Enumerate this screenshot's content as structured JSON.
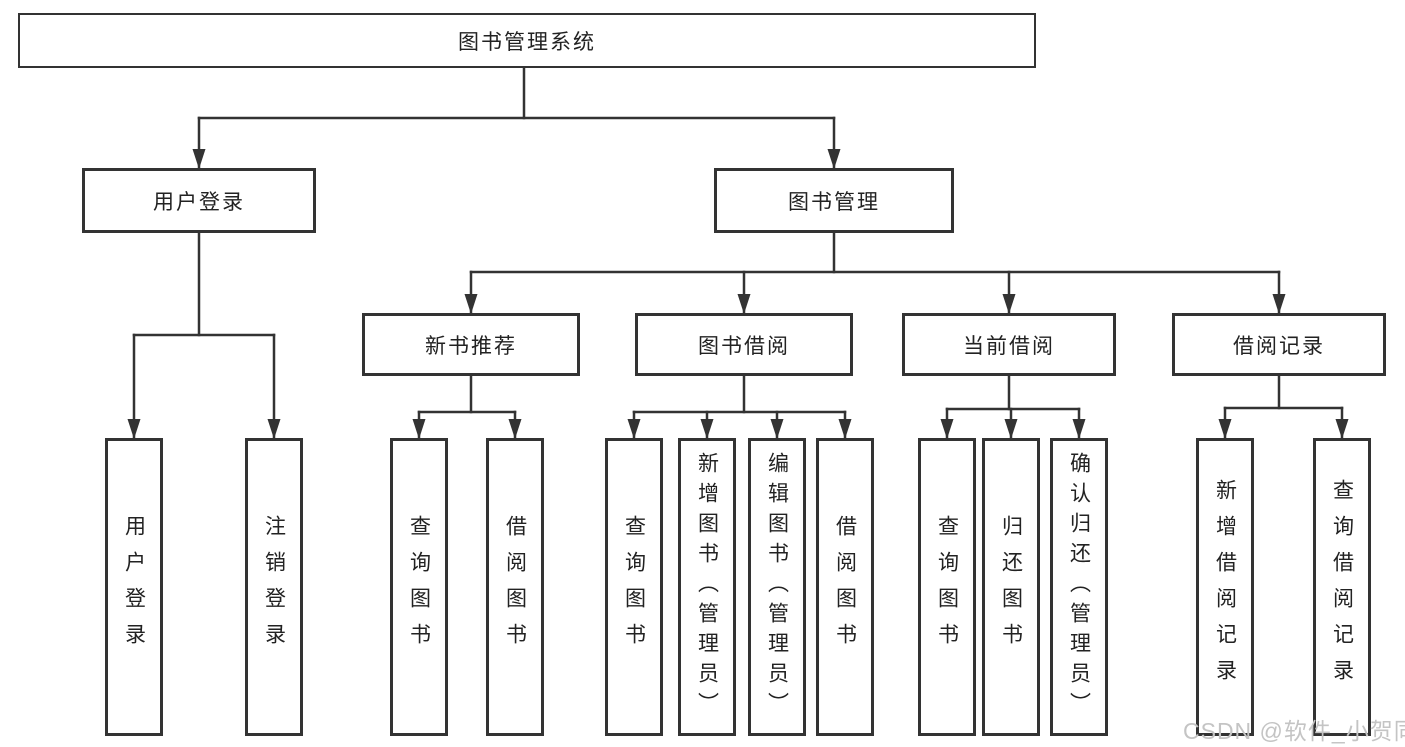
{
  "nodes": {
    "root": {
      "label": "图书管理系统"
    },
    "userLogin": {
      "label": "用户登录"
    },
    "bookMgmt": {
      "label": "图书管理"
    },
    "newBookRec": {
      "label": "新书推荐"
    },
    "bookBorrow": {
      "label": "图书借阅"
    },
    "currentBorrow": {
      "label": "当前借阅"
    },
    "borrowRecords": {
      "label": "借阅记录"
    },
    "login": {
      "label": "用户登录"
    },
    "logout": {
      "label": "注销登录"
    },
    "recQuery": {
      "label": "查询图书"
    },
    "recBorrow": {
      "label": "借阅图书"
    },
    "bbQuery": {
      "label": "查询图书"
    },
    "bbAdd": {
      "label": "新增图书（管理员）"
    },
    "bbEdit": {
      "label": "编辑图书（管理员）"
    },
    "bbBorrow": {
      "label": "借阅图书"
    },
    "cbQuery": {
      "label": "查询图书"
    },
    "cbReturn": {
      "label": "归还图书"
    },
    "cbConfirm": {
      "label": "确认归还（管理员）"
    },
    "brAdd": {
      "label": "新增借阅记录"
    },
    "brQuery": {
      "label": "查询借阅记录"
    }
  },
  "watermark": {
    "text": "CSDN @软件_小贺同学"
  },
  "colors": {
    "line": "#333333",
    "text": "#222222",
    "background": "#ffffff",
    "watermark": "#c4c4c4"
  }
}
